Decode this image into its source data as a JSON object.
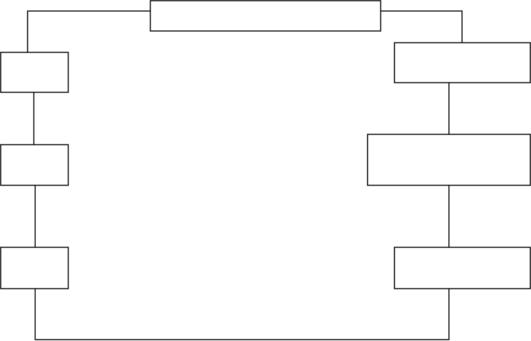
{
  "diagram": {
    "line_color": "#000000",
    "background_color": "#ffffff",
    "node_fill": "#ffffff",
    "nodes": [
      {
        "id": "top-box",
        "label": ""
      },
      {
        "id": "left-box-1",
        "label": ""
      },
      {
        "id": "left-box-2",
        "label": ""
      },
      {
        "id": "left-box-3",
        "label": ""
      },
      {
        "id": "right-box-1",
        "label": ""
      },
      {
        "id": "right-box-2",
        "label": ""
      },
      {
        "id": "right-box-3",
        "label": ""
      }
    ]
  }
}
